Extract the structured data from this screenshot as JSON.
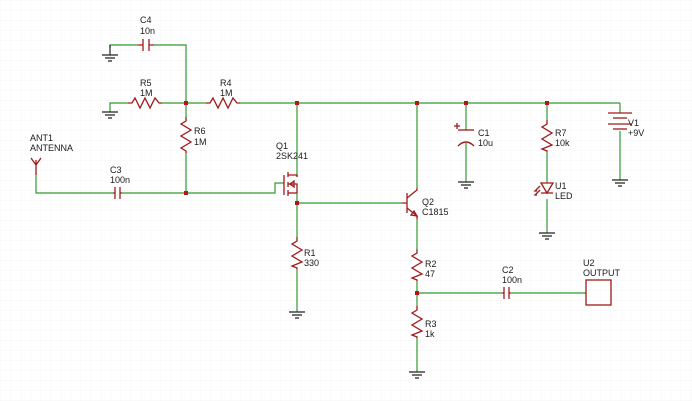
{
  "components": [
    {
      "id": "c4",
      "ref": "C4",
      "value": "10n",
      "kind": "capacitor"
    },
    {
      "id": "r5",
      "ref": "R5",
      "value": "1M",
      "kind": "resistor"
    },
    {
      "id": "r4",
      "ref": "R4",
      "value": "1M",
      "kind": "resistor"
    },
    {
      "id": "r6",
      "ref": "R6",
      "value": "1M",
      "kind": "resistor"
    },
    {
      "id": "ant1",
      "ref": "ANT1",
      "value": "ANTENNA",
      "kind": "antenna"
    },
    {
      "id": "c3",
      "ref": "C3",
      "value": "100n",
      "kind": "capacitor"
    },
    {
      "id": "q1",
      "ref": "Q1",
      "value": "2SK241",
      "kind": "jfet"
    },
    {
      "id": "r1",
      "ref": "R1",
      "value": "330",
      "kind": "resistor"
    },
    {
      "id": "q2",
      "ref": "Q2",
      "value": "C1815",
      "kind": "npn"
    },
    {
      "id": "r2",
      "ref": "R2",
      "value": "47",
      "kind": "resistor"
    },
    {
      "id": "r3",
      "ref": "R3",
      "value": "1k",
      "kind": "resistor"
    },
    {
      "id": "c2",
      "ref": "C2",
      "value": "100n",
      "kind": "capacitor"
    },
    {
      "id": "u2",
      "ref": "U2",
      "value": "OUTPUT",
      "kind": "connector"
    },
    {
      "id": "c1",
      "ref": "C1",
      "value": "10u",
      "kind": "polarized-capacitor"
    },
    {
      "id": "r7",
      "ref": "R7",
      "value": "10k",
      "kind": "resistor"
    },
    {
      "id": "u1",
      "ref": "U1",
      "value": "LED",
      "kind": "led"
    },
    {
      "id": "v1",
      "ref": "V1",
      "value": "+9V",
      "kind": "battery"
    }
  ],
  "colors": {
    "wire": "#2e9a2e",
    "component": "#9e1a1a",
    "junction": "#b01818",
    "ground": "#222222",
    "grid": "#ececec"
  }
}
